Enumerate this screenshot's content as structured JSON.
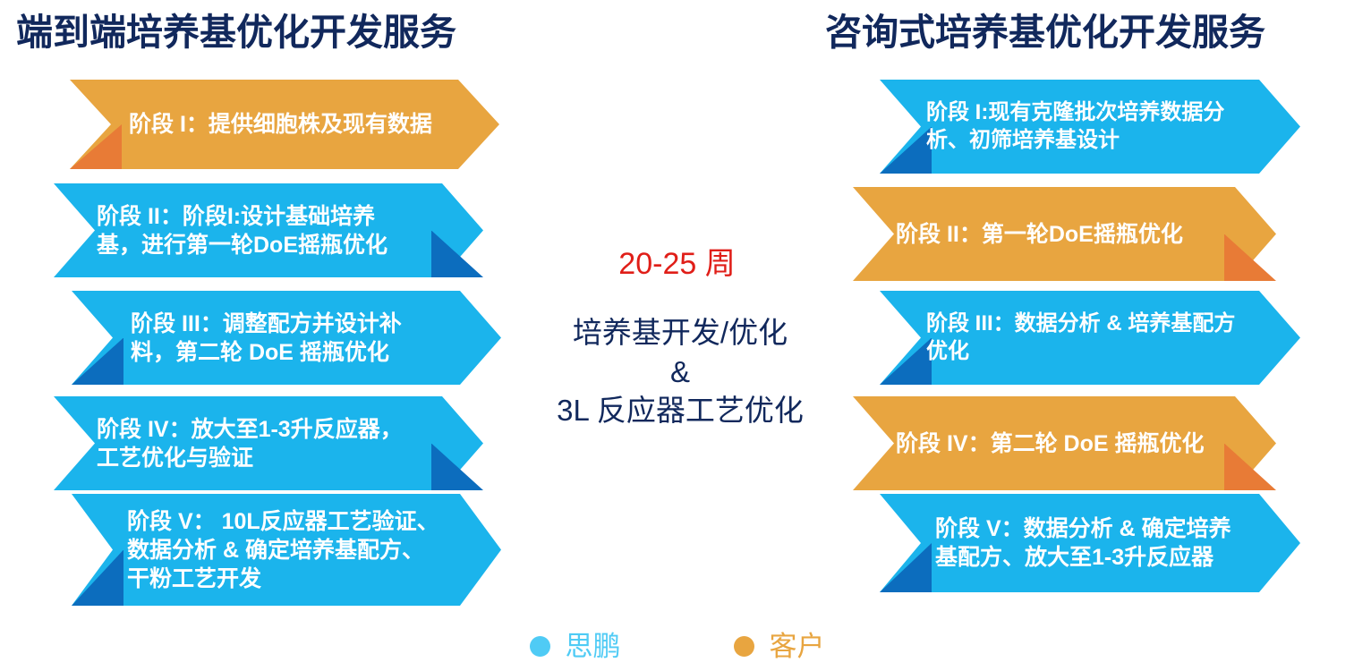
{
  "colors": {
    "title_navy": "#11285C",
    "blue": "#1BB4EC",
    "blue_dark": "#0C6DBE",
    "orange": "#E8A540",
    "orange_dark": "#E87B36",
    "red": "#E01E18",
    "legend_blue": "#4FCBF5",
    "background": "#FFFFFF"
  },
  "left_column": {
    "title": "端到端培养基优化开发服务",
    "stages": [
      {
        "text": "阶段 I：提供细胞株及现有数据",
        "party": "客户"
      },
      {
        "text": "阶段 II：阶段I:设计基础培养\n基，进行第一轮DoE摇瓶优化",
        "party": "思鹏"
      },
      {
        "text": "阶段 III：调整配方并设计补\n料，第二轮 DoE 摇瓶优化",
        "party": "思鹏"
      },
      {
        "text": "阶段 IV：放大至1-3升反应器，\n工艺优化与验证",
        "party": "思鹏"
      },
      {
        "text": "阶段 V： 10L反应器工艺验证、\n数据分析 & 确定培养基配方、\n干粉工艺开发",
        "party": "思鹏"
      }
    ]
  },
  "right_column": {
    "title": "咨询式培养基优化开发服务",
    "stages": [
      {
        "text": "阶段 I:现有克隆批次培养数据分\n析、初筛培养基设计",
        "party": "思鹏"
      },
      {
        "text": "阶段 II：第一轮DoE摇瓶优化",
        "party": "客户"
      },
      {
        "text": "阶段 III：数据分析 & 培养基配方\n优化",
        "party": "思鹏"
      },
      {
        "text": "阶段 IV：第二轮 DoE 摇瓶优化",
        "party": "客户"
      },
      {
        "text": "阶段 V：数据分析 & 确定培养\n基配方、放大至1-3升反应器",
        "party": "思鹏"
      }
    ]
  },
  "center": {
    "duration": "20-25 周",
    "description": "培养基开发/优化\n&\n3L 反应器工艺优化"
  },
  "legend": {
    "items": [
      {
        "label": "思鹏",
        "color": "#4FCBF5",
        "icon": "circle-dot-icon"
      },
      {
        "label": "客户",
        "color": "#E8A540",
        "icon": "circle-dot-icon"
      }
    ]
  }
}
